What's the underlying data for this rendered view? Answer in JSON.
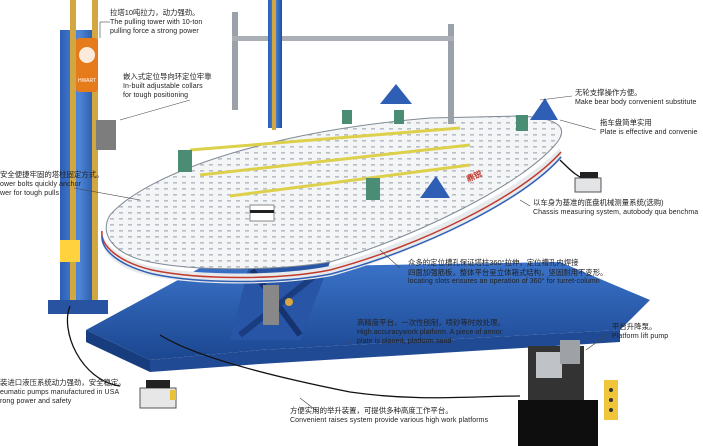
{
  "image": {
    "description": "Product illustration of a car-body frame straightening bench (chassis liner) with blue pulling towers, perforated white platform, lift, hydraulic pumps and bilingual callouts"
  },
  "brand_badge": {
    "text": "HWART"
  },
  "platform_marking": {
    "text": "鼎锐"
  },
  "callouts": {
    "pulling_tower": {
      "cn": "拉塔10吨拉力，动力强劲。",
      "en1": "The pulling tower with 10-ton",
      "en2": "pulling force a strong power"
    },
    "collars": {
      "cn": "嵌入式定位导向环定位牢靠",
      "en1": "In-built adjustable collars",
      "en2": "for tough positioning"
    },
    "bolts": {
      "cn": "安全便捷牢固的塔柱固定方式。",
      "en1": "ower bolts quickly anchor",
      "en2": "wer for tough pulls"
    },
    "wheels": {
      "cn": "无轮支撑操作方便。",
      "en1": "Make bear body convenient substitute"
    },
    "tray": {
      "cn": "拖车盘简单实用",
      "en1": "Plate is effective and convenie"
    },
    "measuring": {
      "cn": "以车身为基准的底盘机械测量系统(选购)",
      "en1": "Chassis measuring system, autobody qua benchma"
    },
    "slots": {
      "cn1": "众多的定位槽孔保证塔柱360°拉伸，定位槽孔内焊接",
      "cn2": "四面加强筋板，整体平台呈立体箱式结构，坚固耐用不变形。",
      "en1": "locating slots ensures an operation of 360°  for turret-column"
    },
    "platform": {
      "cn": "高精度平台，一次性刨制，喷砂等时效处理。",
      "en1": "High accuracywork platform.  A piece of armor",
      "en2": "plate is planed, platform sand"
    },
    "lift_pump": {
      "cn": "平台升降泵。",
      "en1": "Platform lift pump"
    },
    "air_pump": {
      "cn": "装进口液压系统动力强劲，安全稳定。",
      "en1": "eumatic pumps manufactured in USA",
      "en2": "rong power and safety"
    },
    "lift": {
      "cn": "方便实用的举升装置，可提供多种高度工作平台。",
      "en1": "Convenient raises system provide various high work platforms"
    }
  }
}
